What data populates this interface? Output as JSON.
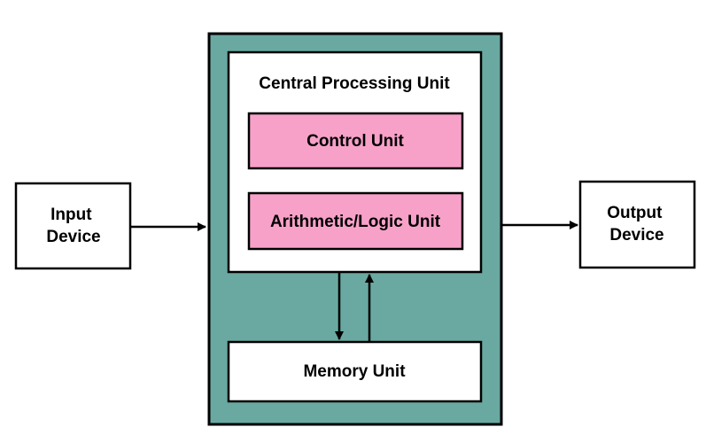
{
  "colors": {
    "background": "#ffffff",
    "outer_fill": "#69a9a1",
    "inner_fill": "#ffffff",
    "unit_fill": "#f7a1c9",
    "stroke": "#000000"
  },
  "input_device": {
    "line1": "Input",
    "line2": "Device"
  },
  "output_device": {
    "line1": "Output",
    "line2": "Device"
  },
  "cpu": {
    "title": "Central Processing Unit",
    "control_unit": "Control Unit",
    "alu": "Arithmetic/Logic Unit"
  },
  "memory_unit": {
    "label": "Memory Unit"
  }
}
